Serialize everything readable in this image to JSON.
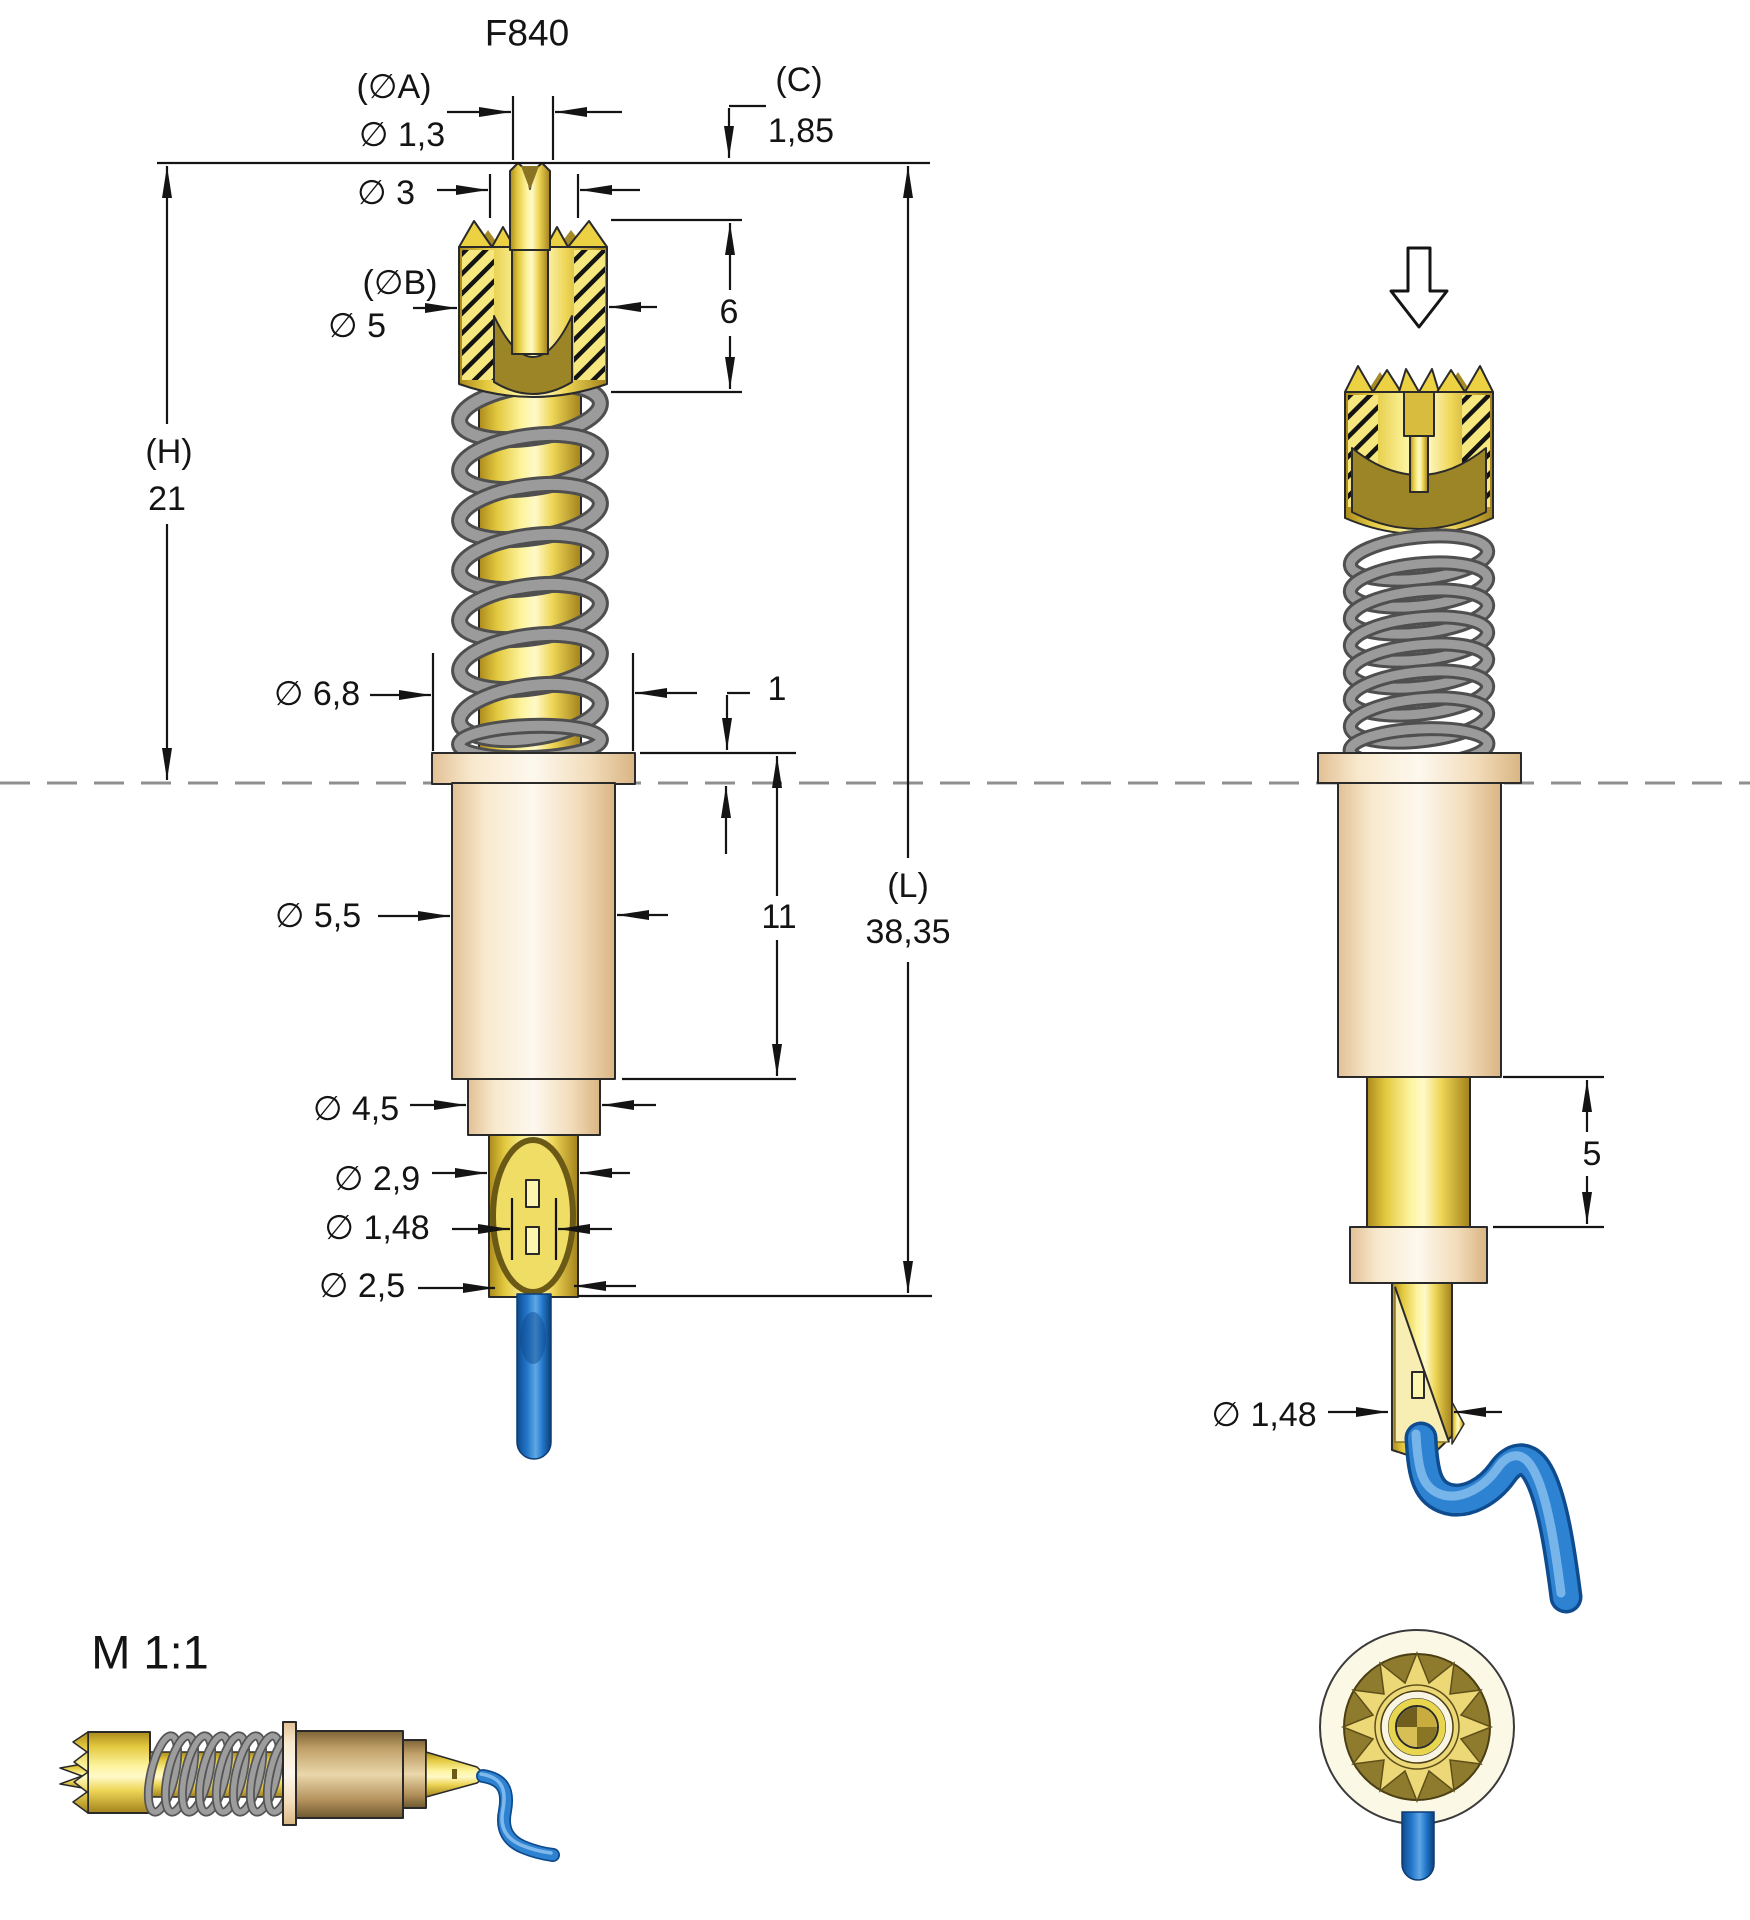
{
  "title": "F840",
  "labels": {
    "front": {
      "dia_a_name": "(∅A)",
      "dia_a": "∅ 1,3",
      "dia3": "∅ 3",
      "dia_b_name": "(∅B)",
      "dia_b": "∅ 5",
      "c_name": "(C)",
      "c": "1,85",
      "head_height": "6",
      "h_name": "(H)",
      "h": "21",
      "dia_flange": "∅ 6,8",
      "flange_thickness": "1",
      "dia_body": "∅ 5,5",
      "body_length": "11",
      "l_name": "(L)",
      "l": "38,35",
      "dia_step": "∅ 4,5",
      "dia_crimp": "∅ 2,9",
      "dia_receptacle": "∅ 1,48",
      "dia_tip": "∅ 2,5"
    },
    "side": {
      "shaft_length": "5",
      "dia_receptacle": "∅ 1,48"
    },
    "scale_view": "M 1:1"
  },
  "icons": {
    "press_direction": "down-arrow"
  },
  "colors": {
    "gold": "#efd64f",
    "gold_dark": "#a3821b",
    "cream": "#f6e8cc",
    "bronze": "#c0a068",
    "spring_gray": "#8f8f8f",
    "wire_blue": "#2e82d2",
    "dimension_line": "#141414",
    "centerline": "#8f8f8f"
  }
}
